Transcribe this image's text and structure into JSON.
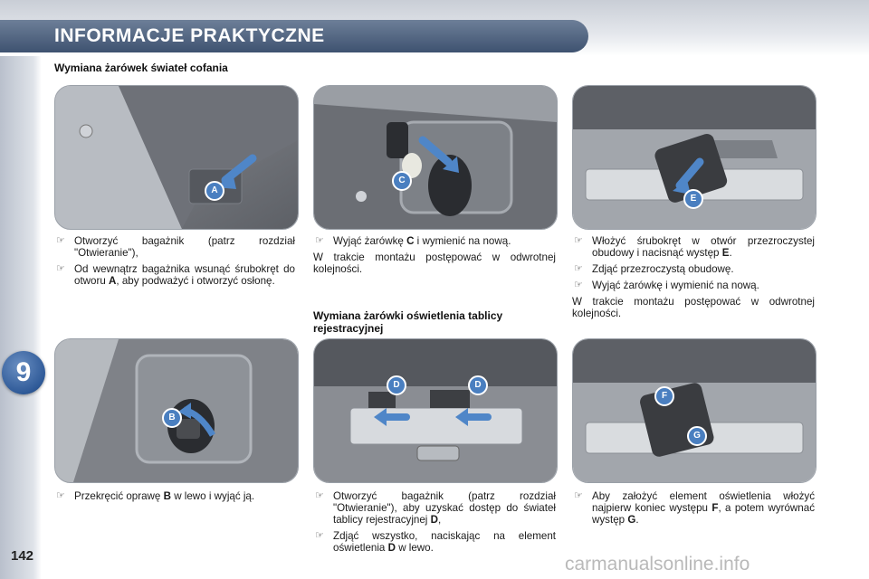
{
  "header": {
    "title": "INFORMACJE PRAKTYCZNE"
  },
  "chapter_number": "9",
  "page_number": "142",
  "watermark": "carmanualsonline.info",
  "sections": {
    "reverse": {
      "title": "Wymiana żarówek świateł cofania"
    },
    "plate": {
      "title": "Wymiana żarówki oświetlenia tablicy rejestracyjnej"
    }
  },
  "photo_labels": {
    "a": "A",
    "b": "B",
    "c": "C",
    "d": "D",
    "e": "E",
    "f": "F",
    "g": "G"
  },
  "col1_top": {
    "b1": "Otworzyć bagażnik (patrz rozdział \"Otwieranie\"),",
    "b2_pre": "Od wewnątrz bagażnika wsunąć śrubokręt do otworu ",
    "b2_bold": "A",
    "b2_post": ", aby podważyć i otworzyć osłonę."
  },
  "col1_bottom": {
    "b1_pre": "Przekręcić oprawę ",
    "b1_bold": "B",
    "b1_post": " w lewo i wyjąć ją."
  },
  "col2_top": {
    "b1_pre": "Wyjąć żarówkę ",
    "b1_bold": "C",
    "b1_post": " i wymienić na nową.",
    "para": "W trakcie montażu postępować w odwrotnej kolejności."
  },
  "col2_bottom": {
    "b1_pre": "Otworzyć bagażnik (patrz rozdział \"Otwieranie\"), aby uzyskać dostęp do świateł tablicy rejestracyjnej ",
    "b1_bold": "D",
    "b1_post": ",",
    "b2_pre": "Zdjąć wszystko, naciskając na element oświetlenia ",
    "b2_bold": "D",
    "b2_post": " w lewo."
  },
  "col3_top": {
    "b1_pre": "Włożyć śrubokręt w otwór przezroczystej obudowy i nacisnąć występ ",
    "b1_bold": "E",
    "b1_post": ".",
    "b2": "Zdjąć przezroczystą obudowę.",
    "b3": "Wyjąć żarówkę i wymienić na nową.",
    "para": "W trakcie montażu postępować w odwrotnej kolejności."
  },
  "col3_bottom": {
    "b1_pre": "Aby założyć element oświetlenia włożyć najpierw koniec występu ",
    "b1_bold": "F",
    "b1_mid": ", a potem wyrównać występ ",
    "b1_bold2": "G",
    "b1_post": "."
  },
  "colors": {
    "header_tab": "#3e5270",
    "badge": "#2f5a98",
    "label_blue": "#4a7fc0",
    "arrow_blue": "#4f86c8"
  }
}
